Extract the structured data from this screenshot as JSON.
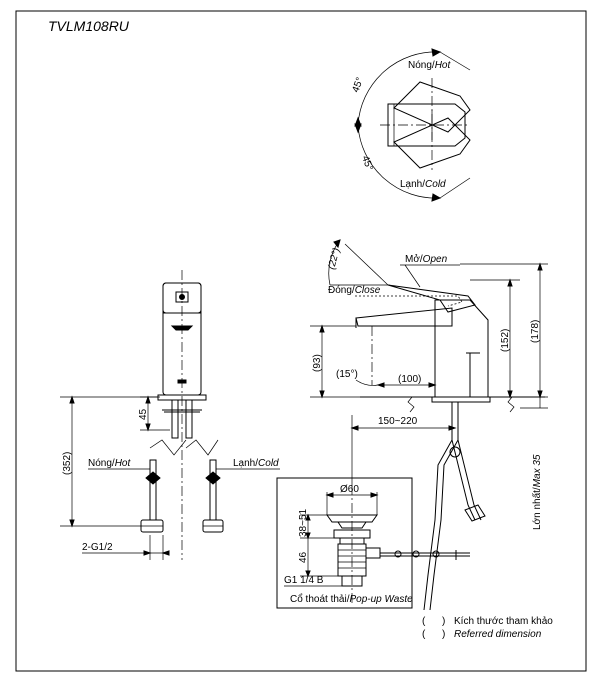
{
  "title": "TVLM108RU",
  "top_view": {
    "hot_label_vi": "Nóng/",
    "hot_label_en": "Hot",
    "cold_label_vi": "Lạnh/",
    "cold_label_en": "Cold",
    "angle_top": "45°",
    "angle_bottom": "45°"
  },
  "front_view": {
    "dim_45": "45",
    "dim_352": "(352)",
    "hot_label_vi": "Nóng/",
    "hot_label_en": "Hot",
    "cold_label_vi": "Lạnh/",
    "cold_label_en": "Cold",
    "thread": "2-G1/2"
  },
  "side_view": {
    "angle_22": "(22°)",
    "open_vi": "Mở/",
    "open_en": "Open",
    "close_vi": "Đóng/",
    "close_en": "Close",
    "dim_93": "(93)",
    "angle_15": "(15°)",
    "dim_100": "(100)",
    "dim_152": "(152)",
    "dim_178": "(178)",
    "dim_150_220": "150~220",
    "max35_vi": "Lớn nhất/",
    "max35_en": "Max 35"
  },
  "popup_waste": {
    "dia": "Ø60",
    "dim_38_51": "38~51",
    "dim_46": "46",
    "thread": "G1 1/4 B",
    "label_vi": "Cổ thoát thải/",
    "label_en": "Pop-up Waste"
  },
  "legend": {
    "row1_paren": "(      )",
    "row1_text": "Kích thước tham khảo",
    "row2_paren": "(      )",
    "row2_text": "Referred dimension"
  }
}
